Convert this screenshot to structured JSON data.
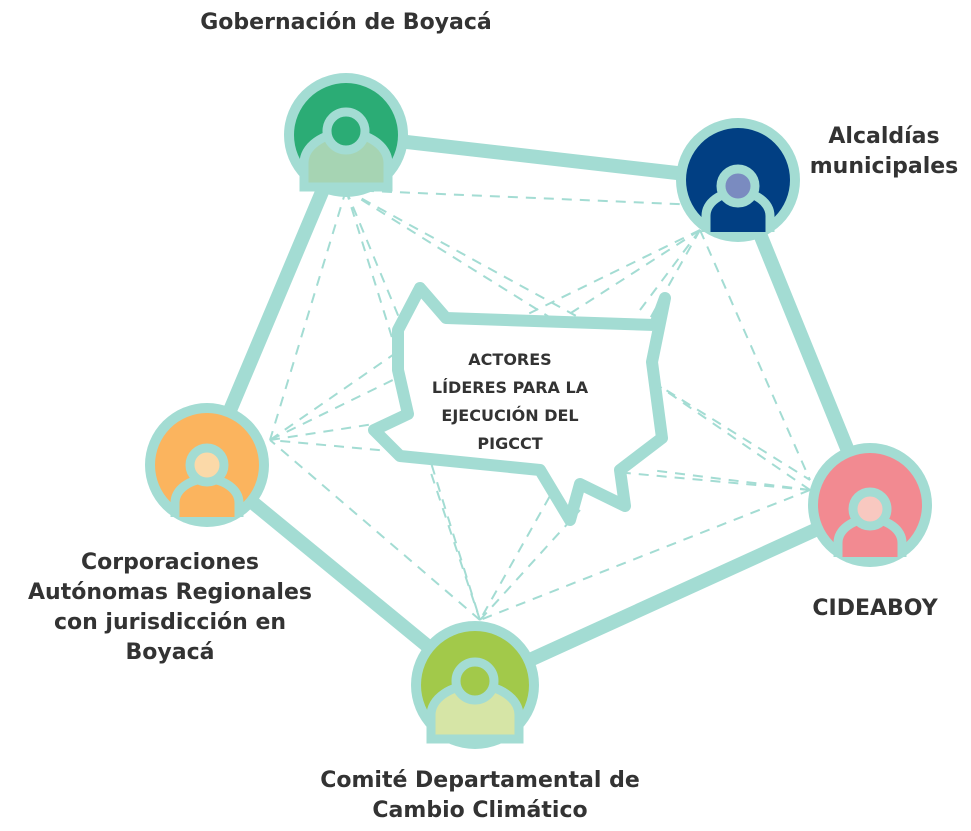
{
  "center": {
    "lines": [
      "ACTORES",
      "LÍDERES PARA LA",
      "EJECUCIÓN DEL",
      "PIGCCT"
    ]
  },
  "actors": [
    {
      "id": "gobernacion",
      "lines": [
        "Gobernación de Boyacá"
      ],
      "fill": "#2bac75",
      "head": "#2bac75",
      "body": "#a6d4b3"
    },
    {
      "id": "alcaldias",
      "lines": [
        "Alcaldías",
        "municipales"
      ],
      "fill": "#013f83",
      "head": "#7a8bc0",
      "body": "#013f83"
    },
    {
      "id": "cideaboy",
      "lines": [
        "CIDEABOY"
      ],
      "fill": "#f28a91",
      "head": "#f8c8c0",
      "body": "#f28a91"
    },
    {
      "id": "comite",
      "lines": [
        "Comité Departamental de",
        "Cambio Climático"
      ],
      "fill": "#a2c94a",
      "head": "#a2c94a",
      "body": "#d6e5a6"
    },
    {
      "id": "corporaciones",
      "lines": [
        "Corporaciones",
        "Autónomas Regionales",
        "con jurisdicción en",
        "Boyacá"
      ],
      "fill": "#fbb45e",
      "head": "#fbd9a8",
      "body": "#fbb45e"
    }
  ],
  "colors": {
    "ring": "#a3dcd3",
    "text": "#333333",
    "background": "#ffffff"
  }
}
